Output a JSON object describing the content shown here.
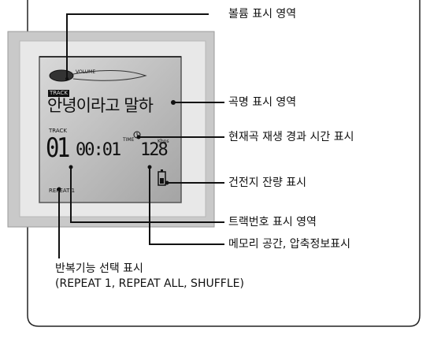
{
  "display": {
    "volume_label": "VOLUME",
    "track_badge": "TRACK",
    "song_title": "안녕이라고 말하",
    "track_label": "TRACK",
    "track_number": "01",
    "elapsed_time": "00:01",
    "time_label": "TIME",
    "bitrate": "128",
    "bitrate_unit": "Kbps",
    "repeat_label": "REPEAT 1"
  },
  "callouts": {
    "volume_area": "볼륨 표시 영역",
    "title_area": "곡명 표시 영역",
    "elapsed_time": "현재곡 재생 경과 시간 표시",
    "battery": "건전지 잔량 표시",
    "track_number": "트랙번호 표시 영역",
    "memory_compression": "메모리 공간, 압축정보표시"
  },
  "repeat_note": {
    "line1": "반복기능 선택 표시",
    "line2": "(REPEAT 1, REPEAT ALL, SHUFFLE)"
  }
}
